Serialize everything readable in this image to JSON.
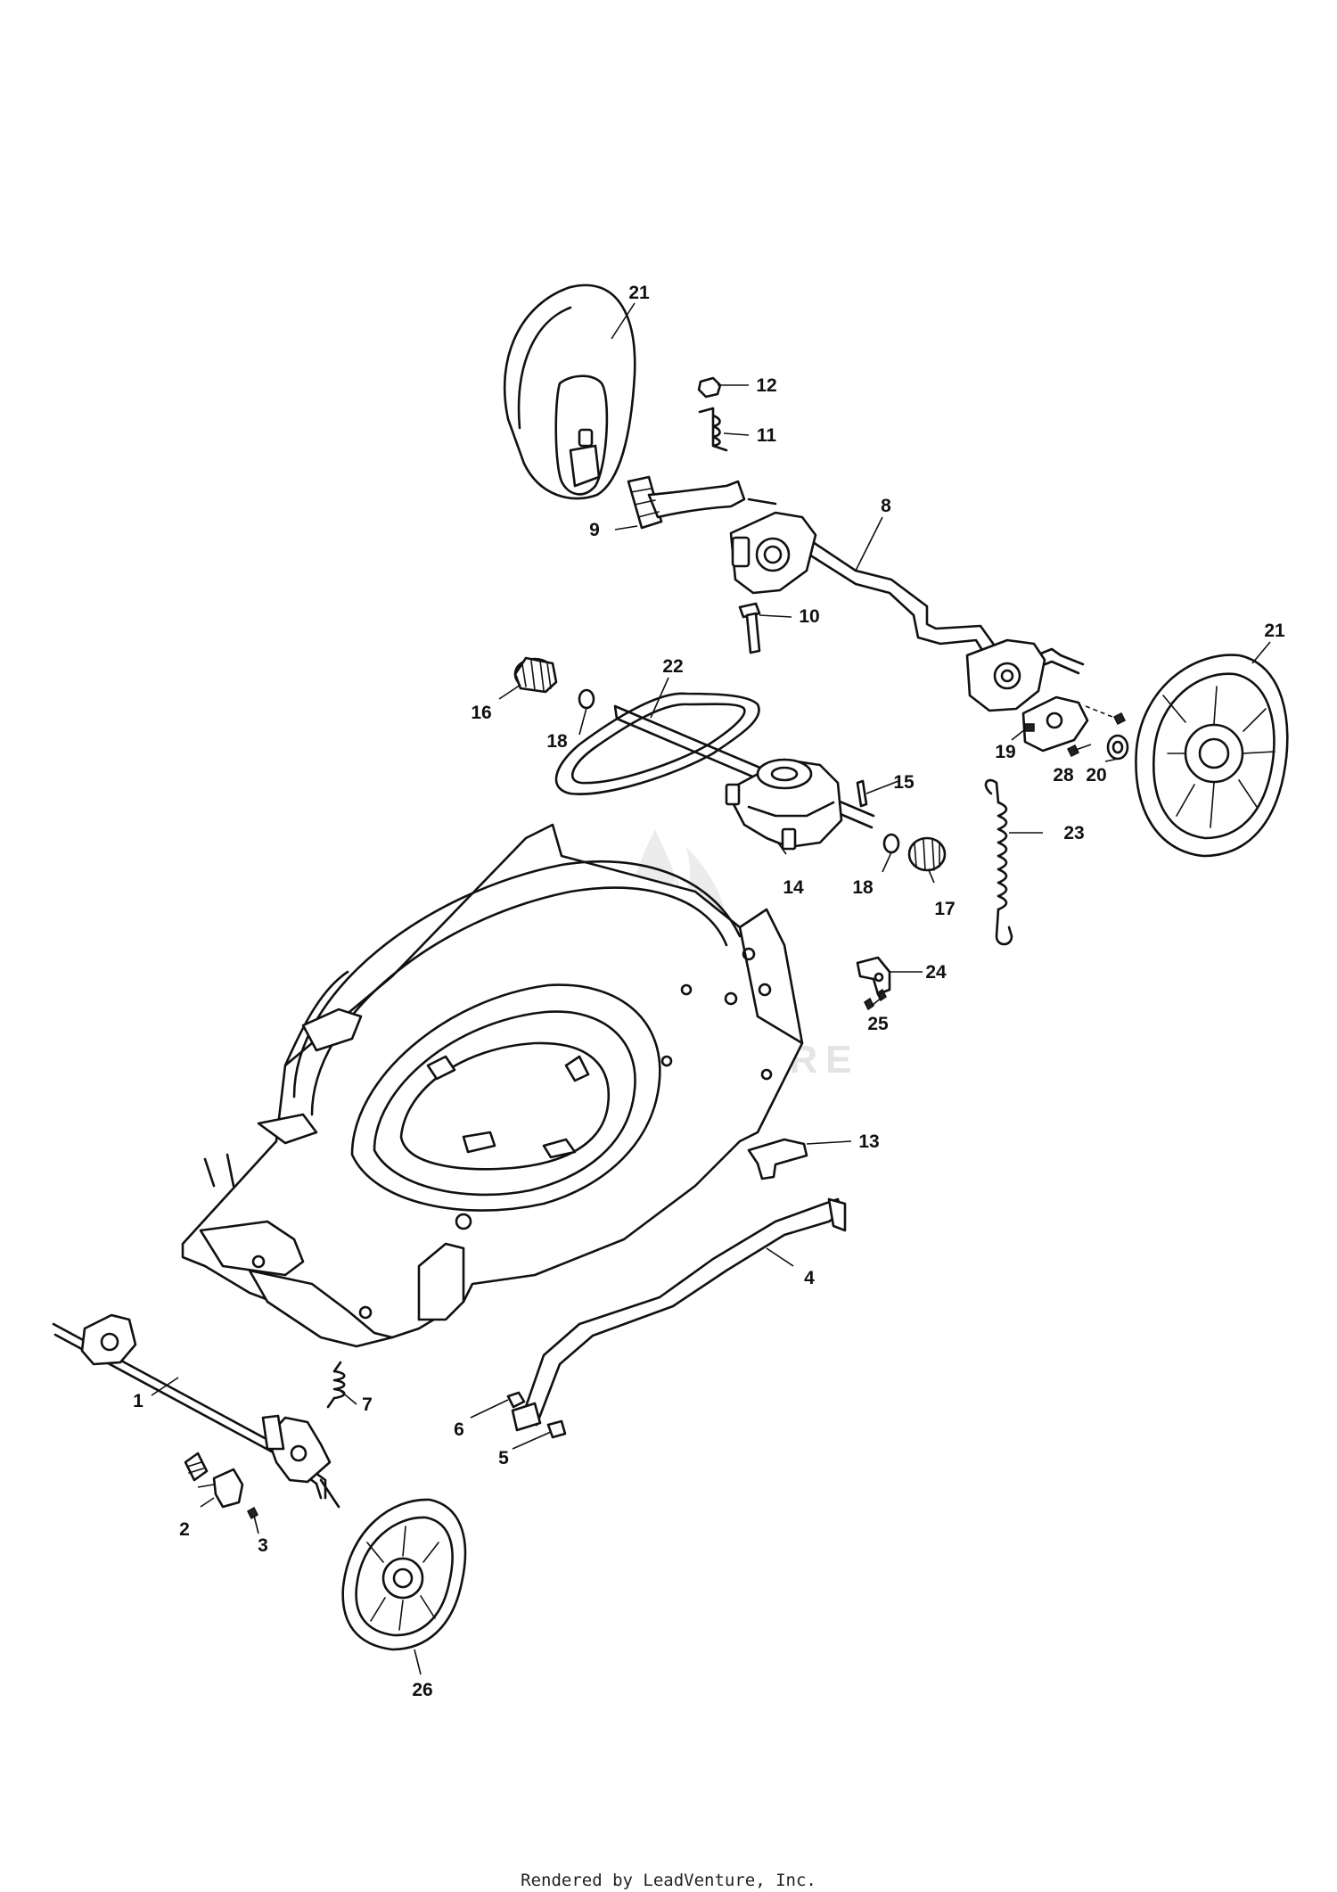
{
  "watermark": {
    "text": "LEADVENTURE"
  },
  "footer": {
    "text": "Rendered by LeadVenture, Inc."
  },
  "callouts": {
    "c1": "1",
    "c2": "2",
    "c3": "3",
    "c4": "4",
    "c5": "5",
    "c6": "6",
    "c7": "7",
    "c8": "8",
    "c9": "9",
    "c10": "10",
    "c11": "11",
    "c12": "12",
    "c13": "13",
    "c14": "14",
    "c15": "15",
    "c16": "16",
    "c17": "17",
    "c18a": "18",
    "c18b": "18",
    "c19": "19",
    "c20": "20",
    "c21a": "21",
    "c21b": "21",
    "c22": "22",
    "c23": "23",
    "c24": "24",
    "c25": "25",
    "c26": "26",
    "c28": "28"
  }
}
